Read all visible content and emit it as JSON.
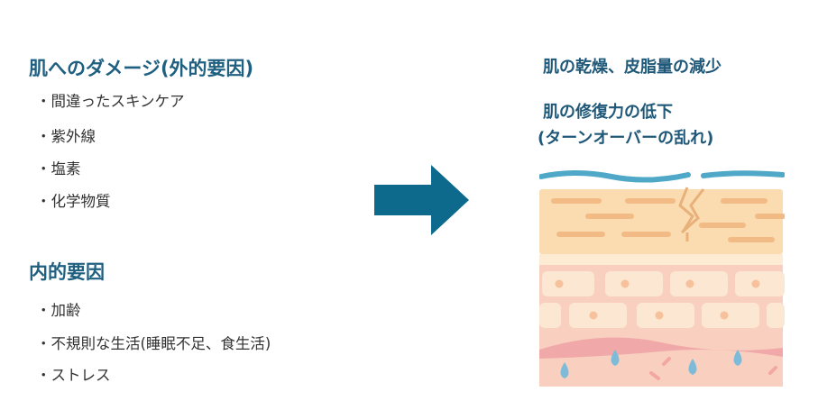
{
  "external": {
    "heading": "肌へのダメージ(外的要因)",
    "items": [
      "・間違ったスキンケア",
      "・紫外線",
      "・塩素",
      "・化学物質"
    ]
  },
  "internal": {
    "heading": "内的要因",
    "items": [
      "・加齢",
      "・不規則な生活(睡眠不足、食生活)",
      "・ストレス"
    ]
  },
  "results": {
    "line1": "肌の乾燥、皮脂量の減少",
    "line2": "肌の修復力の低下",
    "line3": "(ターンオーバーの乱れ)"
  },
  "colors": {
    "heading": "#1f5f80",
    "arrow": "#0e6a8c",
    "text": "#333333"
  }
}
